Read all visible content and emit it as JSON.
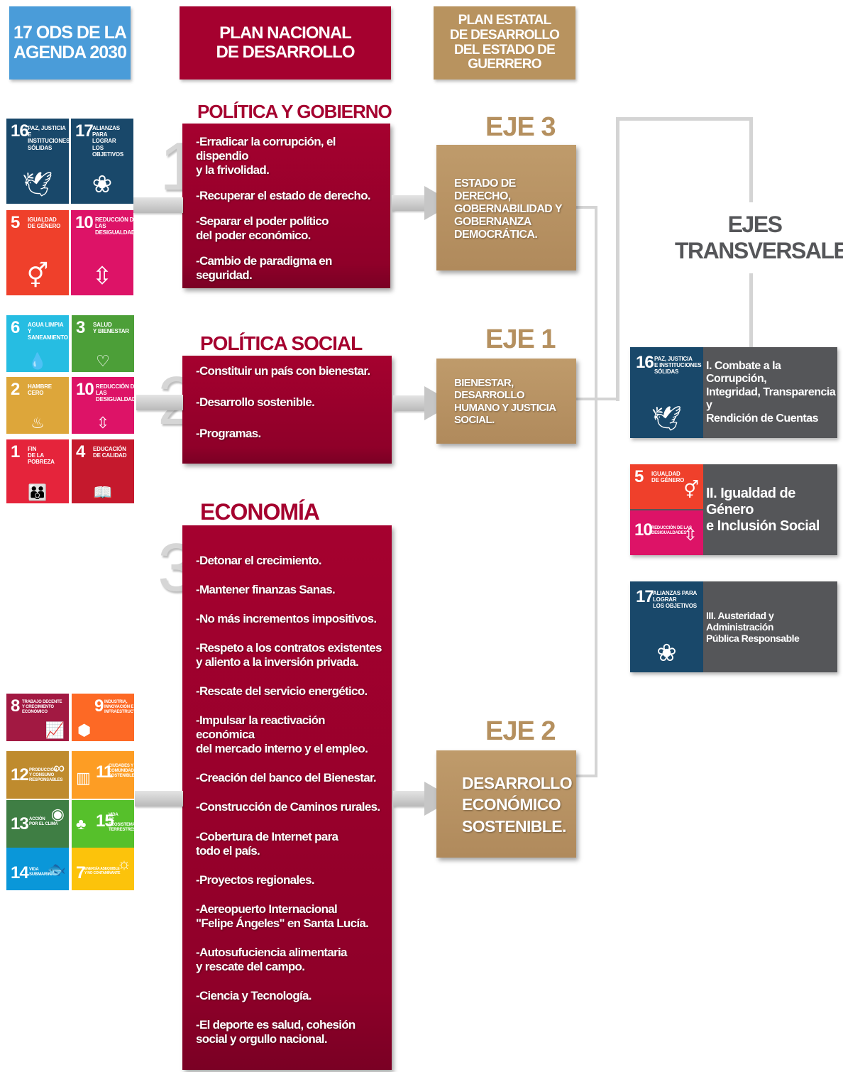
{
  "headers": {
    "ods": "17 ODS DE LA\nAGENDA 2030",
    "pnd": "PLAN NACIONAL\nDE DESARROLLO",
    "ped": "PLAN ESTATAL\nDE DESARROLLO\nDEL ESTADO DE\nGUERRERO"
  },
  "colors": {
    "ods_blue": "#4a9cd9",
    "pnd_red": "#a5012f",
    "ped_gold": "#b8935f",
    "trans_gray": "#555659"
  },
  "sections": [
    {
      "number": "1",
      "title": "POLÍTICA Y GOBIERNO",
      "items": [
        "-Erradicar la corrupción, el dispendio\n y la frivolidad.",
        "-Recuperar el estado de derecho.",
        "-Separar el poder político\n del poder económico.",
        "-Cambio de paradigma en seguridad."
      ],
      "eje_label": "EJE 3",
      "eje_text": "ESTADO DE DERECHO,\nGOBERNABILIDAD Y\nGOBERNANZA\nDEMOCRÁTICA."
    },
    {
      "number": "2",
      "title": "POLÍTICA SOCIAL",
      "items": [
        "-Constituir un país con bienestar.",
        "-Desarrollo sostenible.",
        "-Programas."
      ],
      "eje_label": "EJE 1",
      "eje_text": "BIENESTAR, DESARROLLO\nHUMANO Y JUSTICIA\nSOCIAL."
    },
    {
      "number": "3",
      "title": "ECONOMÍA",
      "items": [
        "-Detonar el crecimiento.",
        "-Mantener finanzas Sanas.",
        "-No más incrementos impositivos.",
        "-Respeto a los contratos existentes\n y aliento a la inversión privada.",
        "-Rescate del servicio energético.",
        "-Impulsar la reactivación económica\n del mercado interno y el empleo.",
        "-Creación del banco del Bienestar.",
        "-Construcción de Caminos rurales.",
        "-Cobertura de Internet para\n todo el país.",
        "-Proyectos regionales.",
        "-Aereopuerto Internacional\n \"Felipe Ángeles\" en Santa Lucía.",
        "-Autosufuciencia alimentaria\n y rescate del campo.",
        "-Ciencia y Tecnología.",
        "-El deporte es salud, cohesión\n social y orgullo nacional."
      ],
      "eje_label": "EJE 2",
      "eje_text": "DESARROLLO\nECONÓMICO\nSOSTENIBLE."
    }
  ],
  "sdg_groups": [
    [
      {
        "num": "16",
        "label": "PAZ, JUSTICIA\nE INSTITUCIONES\nSÓLIDAS",
        "color": "#19486a",
        "icon": "dove-gavel-icon",
        "glyph": "🕊"
      },
      {
        "num": "17",
        "label": "ALIANZAS PARA\nLOGRAR\nLOS OBJETIVOS",
        "color": "#19486a",
        "icon": "flower-rings-icon",
        "glyph": "❀"
      },
      {
        "num": "5",
        "label": "IGUALDAD\nDE GÉNERO",
        "color": "#ef402b",
        "icon": "gender-equality-icon",
        "glyph": "⚥"
      },
      {
        "num": "10",
        "label": "REDUCCIÓN DE LAS\nDESIGUALDADES",
        "color": "#dd1367",
        "icon": "equal-arrows-icon",
        "glyph": "⇳"
      }
    ],
    [
      {
        "num": "6",
        "label": "AGUA LIMPIA\nY SANEAMIENTO",
        "color": "#26bde2",
        "icon": "water-drop-icon",
        "glyph": "💧"
      },
      {
        "num": "3",
        "label": "SALUD\nY BIENESTAR",
        "color": "#4c9f38",
        "icon": "heartbeat-icon",
        "glyph": "♡"
      },
      {
        "num": "2",
        "label": "HAMBRE\nCERO",
        "color": "#dda63a",
        "icon": "bowl-icon",
        "glyph": "♨"
      },
      {
        "num": "10",
        "label": "REDUCCIÓN DE LAS\nDESIGUALDADES",
        "color": "#dd1367",
        "icon": "equal-arrows-icon",
        "glyph": "⇳"
      },
      {
        "num": "1",
        "label": "FIN\nDE LA POBREZA",
        "color": "#e5243b",
        "icon": "family-icon",
        "glyph": "👪"
      },
      {
        "num": "4",
        "label": "EDUCACIÓN\nDE CALIDAD",
        "color": "#c5192d",
        "icon": "book-pencil-icon",
        "glyph": "📖"
      }
    ],
    [
      {
        "num": "8",
        "label": "TRABAJO DECENTE\nY CRECIMIENTO\nECONÓMICO",
        "color": "#a21942",
        "icon": "growth-chart-icon",
        "glyph": "📈"
      },
      {
        "num": "9",
        "label": "INDUSTRIA,\nINNOVACIÓN E\nINFRAESTRUCTURA",
        "color": "#fd6925",
        "icon": "cubes-icon",
        "glyph": "⬢"
      },
      {
        "num": "12",
        "label": "PRODUCCIÓN\nY CONSUMO\nRESPONSABLES",
        "color": "#bf8b2e",
        "icon": "infinity-icon",
        "glyph": "∞"
      },
      {
        "num": "11",
        "label": "CIUDADES Y\nCOMUNIDADES\nSOSTENIBLES",
        "color": "#fd9d24",
        "icon": "city-icon",
        "glyph": "▥"
      },
      {
        "num": "13",
        "label": "ACCIÓN\nPOR EL CLIMA",
        "color": "#3f7e44",
        "icon": "eye-globe-icon",
        "glyph": "◉"
      },
      {
        "num": "15",
        "label": "VIDA\nDE ECOSISTEMAS\nTERRESTRES",
        "color": "#56c02b",
        "icon": "tree-icon",
        "glyph": "♣"
      },
      {
        "num": "14",
        "label": "VIDA\nSUBMARINA",
        "color": "#0a97d9",
        "icon": "fish-icon",
        "glyph": "🐟"
      },
      {
        "num": "7",
        "label": "ENERGÍA ASEQUIBLE\nY NO CONTAMINANTE",
        "color": "#fcc30b",
        "icon": "sun-icon",
        "glyph": "☼"
      }
    ]
  ],
  "ejes_transversales": {
    "title": "EJES\nTRANSVERSALES",
    "items": [
      {
        "text": "I. Combate a la Corrupción,\nIntegridad, Transparencia y\nRendición de Cuentas",
        "goals": [
          {
            "num": "16",
            "label": "PAZ, JUSTICIA\nE INSTITUCIONES\nSÓLIDAS",
            "color": "#19486a",
            "icon": "dove-gavel-icon",
            "glyph": "🕊"
          }
        ]
      },
      {
        "text": "II. Igualdad de Género\ne Inclusión Social",
        "goals": [
          {
            "num": "5",
            "label": "IGUALDAD\nDE GÉNERO",
            "color": "#ef402b",
            "icon": "gender-equality-icon",
            "glyph": "⚥"
          },
          {
            "num": "10",
            "label": "REDUCCIÓN DE LAS\nDESIGUALDADES",
            "color": "#dd1367",
            "icon": "equal-arrows-icon",
            "glyph": "⇳"
          }
        ]
      },
      {
        "text": "III. Austeridad y Administración\nPública Responsable",
        "goals": [
          {
            "num": "17",
            "label": "ALIANZAS PARA\nLOGRAR\nLOS OBJETIVOS",
            "color": "#19486a",
            "icon": "flower-rings-icon",
            "glyph": "❀"
          }
        ]
      }
    ]
  }
}
